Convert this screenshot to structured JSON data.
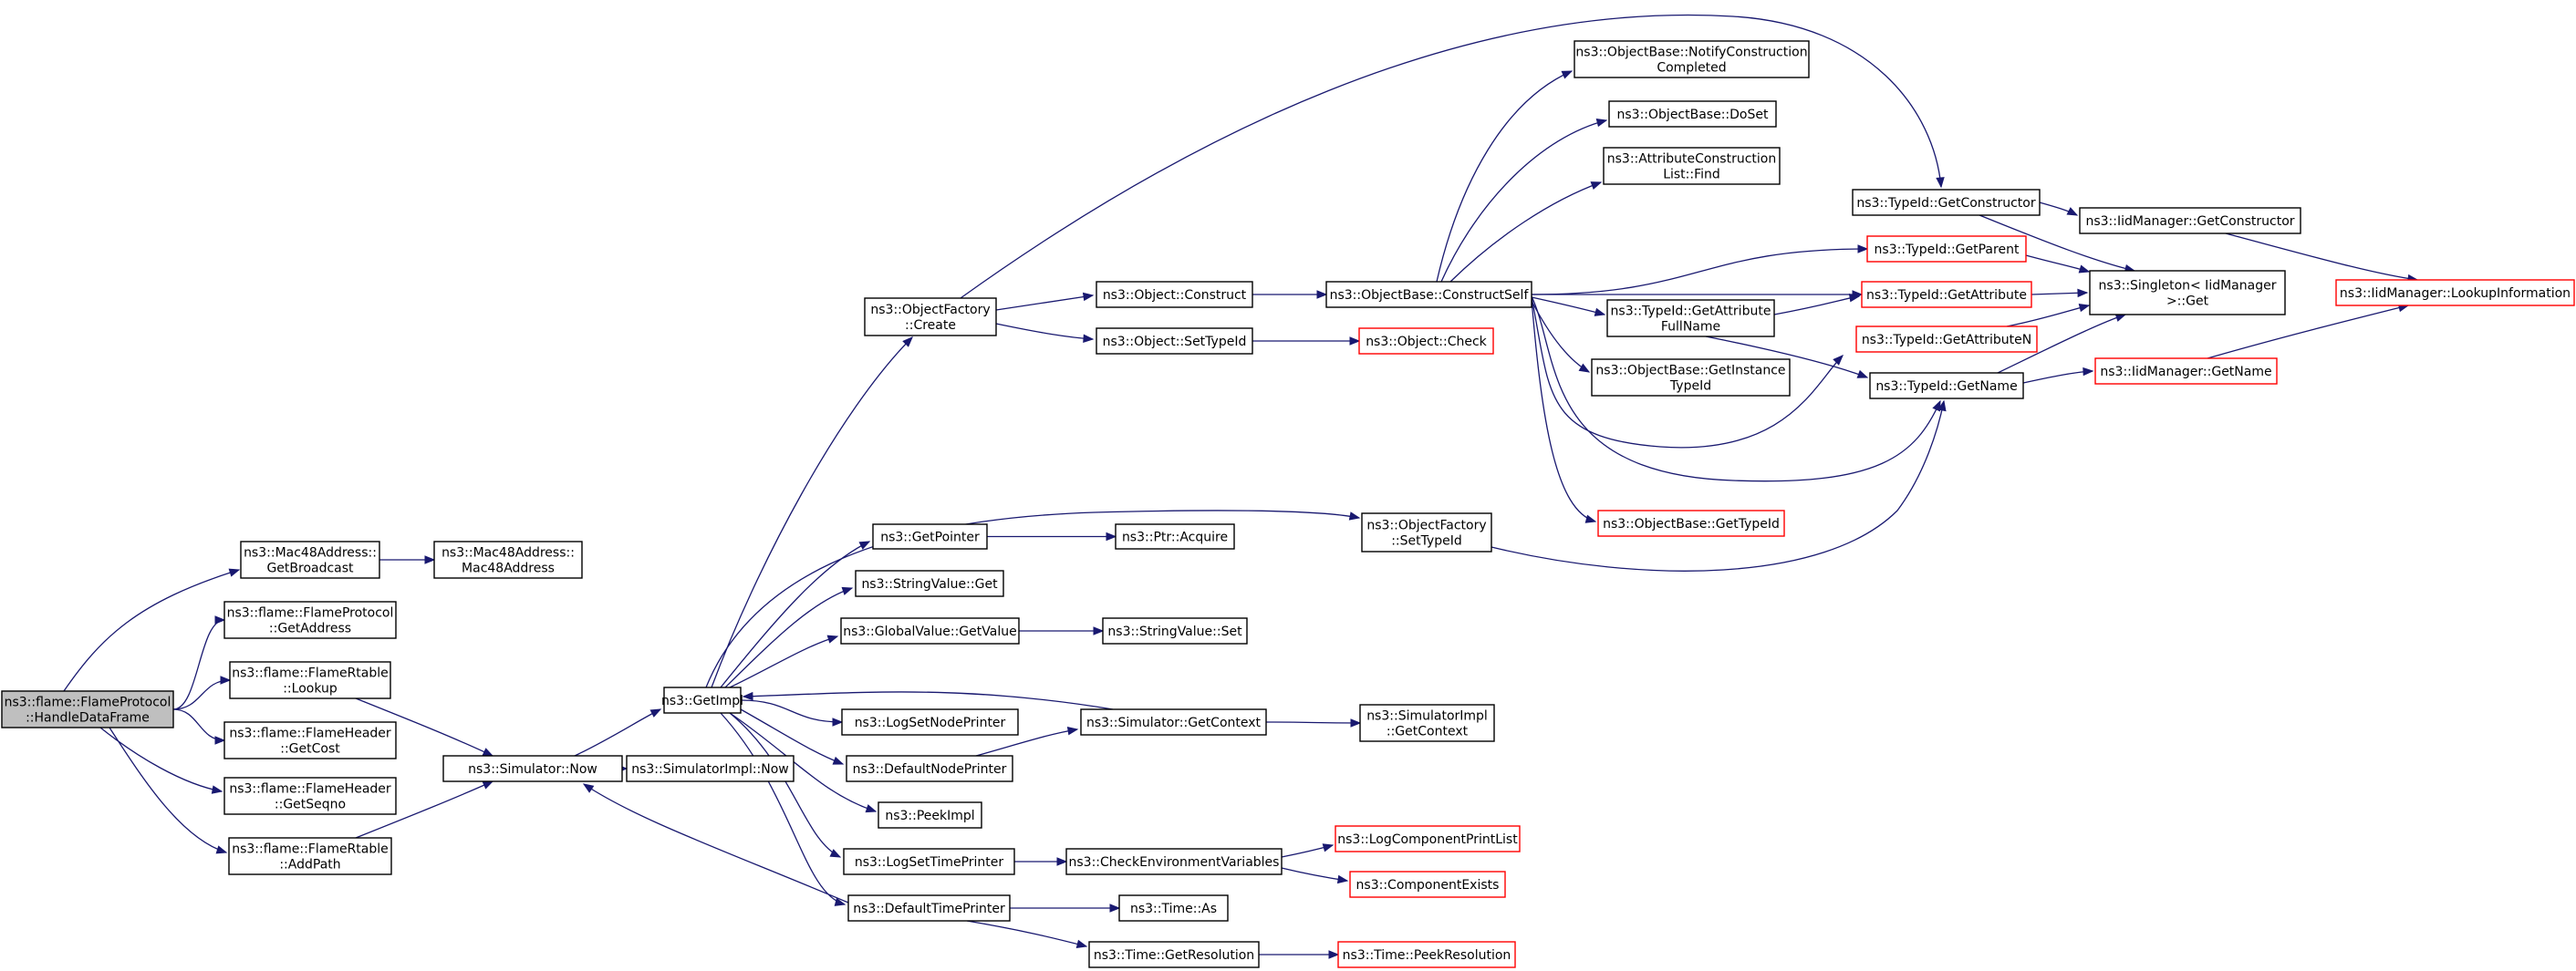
{
  "nodes": [
    {
      "id": "handle",
      "lines": [
        "ns3::flame::FlameProtocol",
        "::HandleDataFrame"
      ],
      "style": "focus"
    },
    {
      "id": "getbroadcast",
      "lines": [
        "ns3::Mac48Address::",
        "GetBroadcast"
      ],
      "style": "normal"
    },
    {
      "id": "mac48",
      "lines": [
        "ns3::Mac48Address::",
        "Mac48Address"
      ],
      "style": "normal"
    },
    {
      "id": "getaddress",
      "lines": [
        "ns3::flame::FlameProtocol",
        "::GetAddress"
      ],
      "style": "normal"
    },
    {
      "id": "lookup",
      "lines": [
        "ns3::flame::FlameRtable",
        "::Lookup"
      ],
      "style": "normal"
    },
    {
      "id": "getcost",
      "lines": [
        "ns3::flame::FlameHeader",
        "::GetCost"
      ],
      "style": "normal"
    },
    {
      "id": "getseqno",
      "lines": [
        "ns3::flame::FlameHeader",
        "::GetSeqno"
      ],
      "style": "normal"
    },
    {
      "id": "addpath",
      "lines": [
        "ns3::flame::FlameRtable",
        "::AddPath"
      ],
      "style": "normal"
    },
    {
      "id": "now",
      "lines": [
        "ns3::Simulator::Now"
      ],
      "style": "normal"
    },
    {
      "id": "implnow",
      "lines": [
        "ns3::SimulatorImpl::Now"
      ],
      "style": "normal"
    },
    {
      "id": "getimpl",
      "lines": [
        "ns3::GetImpl"
      ],
      "style": "normal"
    },
    {
      "id": "ofcreate",
      "lines": [
        "ns3::ObjectFactory",
        "::Create"
      ],
      "style": "normal"
    },
    {
      "id": "getpointer",
      "lines": [
        "ns3::GetPointer"
      ],
      "style": "normal"
    },
    {
      "id": "ptracquire",
      "lines": [
        "ns3::Ptr::Acquire"
      ],
      "style": "normal"
    },
    {
      "id": "svget",
      "lines": [
        "ns3::StringValue::Get"
      ],
      "style": "normal"
    },
    {
      "id": "gvgetvalue",
      "lines": [
        "ns3::GlobalValue::GetValue"
      ],
      "style": "normal"
    },
    {
      "id": "svset",
      "lines": [
        "ns3::StringValue::Set"
      ],
      "style": "normal"
    },
    {
      "id": "logsetnode",
      "lines": [
        "ns3::LogSetNodePrinter"
      ],
      "style": "normal"
    },
    {
      "id": "defnodeprinter",
      "lines": [
        "ns3::DefaultNodePrinter"
      ],
      "style": "normal"
    },
    {
      "id": "peekimpl",
      "lines": [
        "ns3::PeekImpl"
      ],
      "style": "normal"
    },
    {
      "id": "logsettime",
      "lines": [
        "ns3::LogSetTimePrinter"
      ],
      "style": "normal"
    },
    {
      "id": "deftimeprinter",
      "lines": [
        "ns3::DefaultTimePrinter"
      ],
      "style": "normal"
    },
    {
      "id": "objconstruct",
      "lines": [
        "ns3::Object::Construct"
      ],
      "style": "normal"
    },
    {
      "id": "objsettypeid",
      "lines": [
        "ns3::Object::SetTypeId"
      ],
      "style": "normal"
    },
    {
      "id": "objcheck",
      "lines": [
        "ns3::Object::Check"
      ],
      "style": "red"
    },
    {
      "id": "ofsettypeid",
      "lines": [
        "ns3::ObjectFactory",
        "::SetTypeId"
      ],
      "style": "normal"
    },
    {
      "id": "getcontext",
      "lines": [
        "ns3::Simulator::GetContext"
      ],
      "style": "normal"
    },
    {
      "id": "implgetcontext",
      "lines": [
        "ns3::SimulatorImpl",
        "::GetContext"
      ],
      "style": "normal"
    },
    {
      "id": "checkenv",
      "lines": [
        "ns3::CheckEnvironmentVariables"
      ],
      "style": "normal"
    },
    {
      "id": "logcompprint",
      "lines": [
        "ns3::LogComponentPrintList"
      ],
      "style": "red"
    },
    {
      "id": "compexists",
      "lines": [
        "ns3::ComponentExists"
      ],
      "style": "red"
    },
    {
      "id": "timeas",
      "lines": [
        "ns3::Time::As"
      ],
      "style": "normal"
    },
    {
      "id": "timegetres",
      "lines": [
        "ns3::Time::GetResolution"
      ],
      "style": "normal"
    },
    {
      "id": "timepeekres",
      "lines": [
        "ns3::Time::PeekResolution"
      ],
      "style": "red"
    },
    {
      "id": "constructself",
      "lines": [
        "ns3::ObjectBase::ConstructSelf"
      ],
      "style": "normal"
    },
    {
      "id": "notifyconst",
      "lines": [
        "ns3::ObjectBase::NotifyConstruction",
        "Completed"
      ],
      "style": "normal"
    },
    {
      "id": "doset",
      "lines": [
        "ns3::ObjectBase::DoSet"
      ],
      "style": "normal"
    },
    {
      "id": "attrconstfind",
      "lines": [
        "ns3::AttributeConstruction",
        "List::Find"
      ],
      "style": "normal"
    },
    {
      "id": "gaf",
      "lines": [
        "ns3::TypeId::GetAttribute",
        "FullName"
      ],
      "style": "normal"
    },
    {
      "id": "getinstancetid",
      "lines": [
        "ns3::ObjectBase::GetInstance",
        "TypeId"
      ],
      "style": "normal"
    },
    {
      "id": "obgettypeid",
      "lines": [
        "ns3::ObjectBase::GetTypeId"
      ],
      "style": "red"
    },
    {
      "id": "tidgetconstructor",
      "lines": [
        "ns3::TypeId::GetConstructor"
      ],
      "style": "normal"
    },
    {
      "id": "tidgetparent",
      "lines": [
        "ns3::TypeId::GetParent"
      ],
      "style": "red"
    },
    {
      "id": "tidgetattribute",
      "lines": [
        "ns3::TypeId::GetAttribute"
      ],
      "style": "red"
    },
    {
      "id": "tidgetattrn",
      "lines": [
        "ns3::TypeId::GetAttributeN"
      ],
      "style": "red"
    },
    {
      "id": "tidgetname",
      "lines": [
        "ns3::TypeId::GetName"
      ],
      "style": "normal"
    },
    {
      "id": "iidgetconstructor",
      "lines": [
        "ns3::IidManager::GetConstructor"
      ],
      "style": "normal"
    },
    {
      "id": "singletonget",
      "lines": [
        "ns3::Singleton< IidManager",
        ">::Get"
      ],
      "style": "normal"
    },
    {
      "id": "iidgetname",
      "lines": [
        "ns3::IidManager::GetName"
      ],
      "style": "red"
    },
    {
      "id": "iidlookupinfo",
      "lines": [
        "ns3::IidManager::LookupInformation"
      ],
      "style": "red"
    }
  ],
  "edges": [
    {
      "from": "handle",
      "to": "getbroadcast"
    },
    {
      "from": "handle",
      "to": "getaddress"
    },
    {
      "from": "handle",
      "to": "lookup"
    },
    {
      "from": "handle",
      "to": "getcost"
    },
    {
      "from": "handle",
      "to": "getseqno"
    },
    {
      "from": "handle",
      "to": "addpath"
    },
    {
      "from": "getbroadcast",
      "to": "mac48"
    },
    {
      "from": "lookup",
      "to": "now"
    },
    {
      "from": "addpath",
      "to": "now"
    },
    {
      "from": "now",
      "to": "getimpl"
    },
    {
      "from": "now",
      "to": "implnow"
    },
    {
      "from": "getimpl",
      "to": "ofcreate"
    },
    {
      "from": "getimpl",
      "to": "ofsettypeid"
    },
    {
      "from": "getimpl",
      "to": "getpointer"
    },
    {
      "from": "getimpl",
      "to": "svget"
    },
    {
      "from": "getimpl",
      "to": "gvgetvalue"
    },
    {
      "from": "getimpl",
      "to": "logsetnode"
    },
    {
      "from": "getimpl",
      "to": "defnodeprinter"
    },
    {
      "from": "getimpl",
      "to": "peekimpl"
    },
    {
      "from": "getimpl",
      "to": "logsettime"
    },
    {
      "from": "getimpl",
      "to": "deftimeprinter"
    },
    {
      "from": "getpointer",
      "to": "ptracquire"
    },
    {
      "from": "gvgetvalue",
      "to": "svset"
    },
    {
      "from": "defnodeprinter",
      "to": "getcontext"
    },
    {
      "from": "getcontext",
      "to": "getimpl"
    },
    {
      "from": "getcontext",
      "to": "implgetcontext"
    },
    {
      "from": "logsettime",
      "to": "checkenv"
    },
    {
      "from": "checkenv",
      "to": "logcompprint"
    },
    {
      "from": "checkenv",
      "to": "compexists"
    },
    {
      "from": "deftimeprinter",
      "to": "now"
    },
    {
      "from": "deftimeprinter",
      "to": "timeas"
    },
    {
      "from": "deftimeprinter",
      "to": "timegetres"
    },
    {
      "from": "timegetres",
      "to": "timepeekres"
    },
    {
      "from": "ofcreate",
      "to": "objconstruct"
    },
    {
      "from": "ofcreate",
      "to": "objsettypeid"
    },
    {
      "from": "ofcreate",
      "to": "tidgetconstructor"
    },
    {
      "from": "objsettypeid",
      "to": "objcheck"
    },
    {
      "from": "objconstruct",
      "to": "constructself"
    },
    {
      "from": "ofsettypeid",
      "to": "tidgetname"
    },
    {
      "from": "constructself",
      "to": "notifyconst"
    },
    {
      "from": "constructself",
      "to": "doset"
    },
    {
      "from": "constructself",
      "to": "attrconstfind"
    },
    {
      "from": "constructself",
      "to": "tidgetparent"
    },
    {
      "from": "constructself",
      "to": "tidgetattribute"
    },
    {
      "from": "constructself",
      "to": "gaf"
    },
    {
      "from": "constructself",
      "to": "getinstancetid"
    },
    {
      "from": "constructself",
      "to": "tidgetattrn"
    },
    {
      "from": "constructself",
      "to": "tidgetname"
    },
    {
      "from": "constructself",
      "to": "obgettypeid"
    },
    {
      "from": "gaf",
      "to": "tidgetattribute"
    },
    {
      "from": "gaf",
      "to": "tidgetname"
    },
    {
      "from": "tidgetconstructor",
      "to": "iidgetconstructor"
    },
    {
      "from": "tidgetconstructor",
      "to": "singletonget"
    },
    {
      "from": "tidgetparent",
      "to": "singletonget"
    },
    {
      "from": "tidgetattribute",
      "to": "singletonget"
    },
    {
      "from": "tidgetattrn",
      "to": "singletonget"
    },
    {
      "from": "tidgetname",
      "to": "singletonget"
    },
    {
      "from": "tidgetname",
      "to": "iidgetname"
    },
    {
      "from": "iidgetconstructor",
      "to": "iidlookupinfo"
    },
    {
      "from": "iidgetname",
      "to": "iidlookupinfo"
    }
  ]
}
